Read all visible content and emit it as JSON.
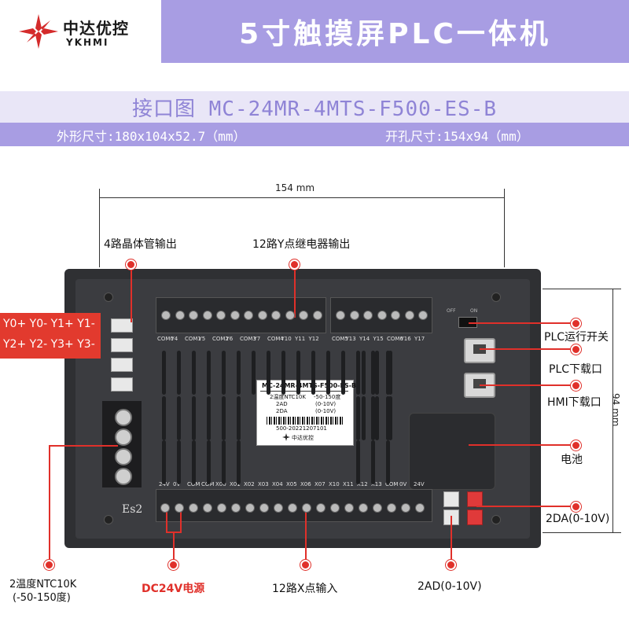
{
  "header": {
    "logo_cn": "中达优控",
    "logo_en": "YKHMI",
    "title": "5寸触摸屏PLC一体机"
  },
  "model": {
    "label": "接口图 MC-24MR-4MTS-F500-ES-B"
  },
  "dimensions": {
    "outer": "外形尺寸:180x104x52.7（mm）",
    "cutout": "开孔尺寸:154x94（mm）",
    "width_label": "154 mm",
    "height_label": "94 mm"
  },
  "device": {
    "top_terminal_labels_left": [
      "COM0",
      "Y4",
      "COM1",
      "Y5",
      "COM2",
      "Y6",
      "COM3",
      "Y7",
      "COM4",
      "Y10",
      "Y11",
      "Y12"
    ],
    "top_terminal_labels_right": [
      "COM5",
      "Y13",
      "Y14",
      "Y15",
      "COM6",
      "Y16",
      "Y17"
    ],
    "bottom_terminal_labels": [
      "24V",
      "0V",
      "COM",
      "COM",
      "X00",
      "X01",
      "X02",
      "X03",
      "X04",
      "X05",
      "X06",
      "X07",
      "X10",
      "X11",
      "X12",
      "X13",
      "COM",
      "0V",
      "24V"
    ],
    "switch_labels": [
      "OFF",
      "ON"
    ],
    "sticker": {
      "model": "MC-24MR-4MTS-F500-ES-B",
      "row1_left": "2温度NTC10K",
      "row1_right": "-50-150度",
      "row2_left": "2AD",
      "row2_right": "(0-10V)",
      "row3_left": "2DA",
      "row3_right": "(0-10V)",
      "serial": "500-20221207101",
      "brand": "中达优控"
    },
    "es_label": "Es2"
  },
  "callouts": {
    "transistor_output": "4路晶体管输出",
    "relay_output": "12路Y点继电器输出",
    "transistor_pins_row1": "Y0+ Y0- Y1+ Y1-",
    "transistor_pins_row2": "Y2+ Y2- Y3+ Y3-",
    "plc_switch": "PLC运行开关",
    "plc_download": "PLC下载口",
    "hmi_download": "HMI下载口",
    "battery": "电池",
    "da": "2DA(0-10V)",
    "temp_line1": "2温度NTC10K",
    "temp_line2": "(-50-150度)",
    "power": "DC24V电源",
    "x_input": "12路X点输入",
    "ad": "2AD(0-10V)"
  },
  "colors": {
    "accent": "#a89de3",
    "accent_light": "#e9e6f7",
    "callout_red": "#e0302a",
    "device_body": "#2f3033"
  }
}
